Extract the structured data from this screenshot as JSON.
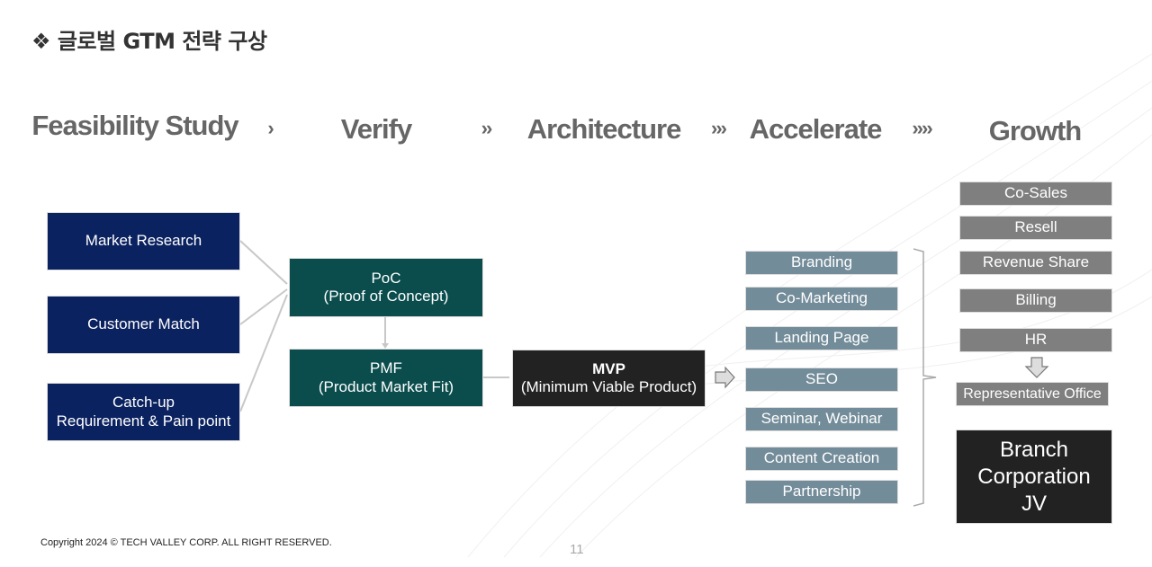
{
  "title": "❖ 글로벌 GTM 전략 구상",
  "phases": [
    "Feasibility Study",
    "Verify",
    "Architecture",
    "Accelerate",
    "Growth"
  ],
  "chevrons": [
    "›",
    "››",
    "›››",
    "››››"
  ],
  "feasibility": [
    "Market Research",
    "Customer Match",
    "Catch-up\nRequirement & Pain point"
  ],
  "verify": {
    "poc": "PoC\n(Proof of Concept)",
    "pmf": "PMF\n(Product Market Fit)"
  },
  "architecture": {
    "mvp_title": "MVP",
    "mvp_sub": "(Minimum Viable Product)"
  },
  "accelerate": [
    "Branding",
    "Co-Marketing",
    "Landing Page",
    "SEO",
    "Seminar, Webinar",
    "Content Creation",
    "Partnership"
  ],
  "growth": [
    "Co-Sales",
    "Resell",
    "Revenue Share",
    "Billing",
    "HR"
  ],
  "representative_office": "Representative Office",
  "branch": "Branch\nCorporation\nJV",
  "footer": {
    "copyright": "Copyright 2024 © TECH VALLEY CORP. ALL RIGHT RESERVED.",
    "page": "11"
  }
}
